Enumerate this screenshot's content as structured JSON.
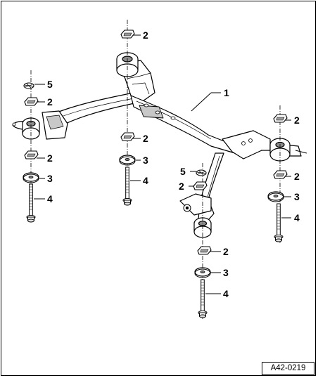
{
  "labels": {
    "one": "1",
    "two": "2",
    "three": "3",
    "four": "4",
    "five": "5"
  },
  "reference": "A42-0219",
  "colors": {
    "line": "#000000",
    "fill": "#ffffff",
    "shade": "#c8c8c8",
    "dark": "#8c8c8c"
  }
}
